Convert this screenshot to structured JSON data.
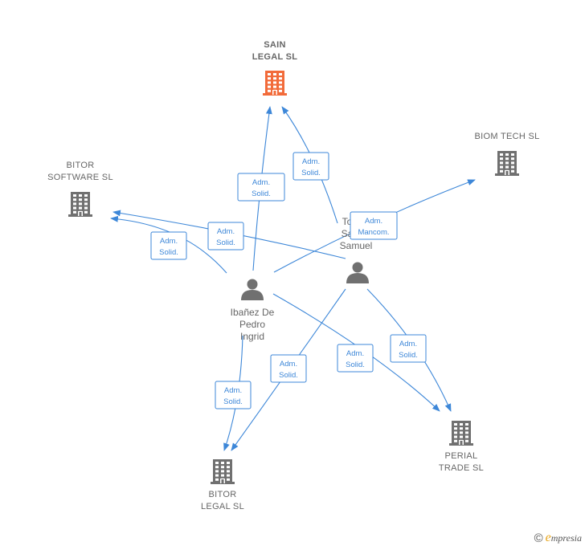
{
  "companies": [
    {
      "id": "sain",
      "name": [
        "SAIN",
        "LEGAL  SL"
      ],
      "color": "#f26b3a",
      "bold": true
    },
    {
      "id": "biom",
      "name": [
        "BIOM TECH  SL"
      ],
      "color": "#707070",
      "bold": false
    },
    {
      "id": "bitor_sw",
      "name": [
        "BITOR",
        "SOFTWARE  SL"
      ],
      "color": "#707070",
      "bold": false
    },
    {
      "id": "bitor_legal",
      "name": [
        "BITOR",
        "LEGAL  SL"
      ],
      "color": "#707070",
      "bold": false
    },
    {
      "id": "perial",
      "name": [
        "PERIAL",
        "TRADE  SL"
      ],
      "color": "#707070",
      "bold": false
    }
  ],
  "persons": [
    {
      "id": "ibanez",
      "name": [
        "Ibañez De",
        "Pedro",
        "Ingrid"
      ],
      "color": "#707070"
    },
    {
      "id": "toro",
      "name": [
        "To",
        "Sa",
        "Samuel"
      ],
      "color": "#707070"
    }
  ],
  "edges": [
    {
      "id": "ib-sain",
      "label": [
        "Adm.",
        "Solid."
      ]
    },
    {
      "id": "to-sain",
      "label": [
        "Adm.",
        "Solid."
      ]
    },
    {
      "id": "ib-bitorsw",
      "label": [
        "Adm.",
        "Solid."
      ]
    },
    {
      "id": "to-bitorsw",
      "label": [
        "Adm.",
        "Solid."
      ]
    },
    {
      "id": "ib-biom",
      "label": [
        "Adm.",
        "Mancom."
      ]
    },
    {
      "id": "ib-bitorlegal",
      "label": [
        "Adm.",
        "Solid."
      ]
    },
    {
      "id": "to-bitorlegal",
      "label": [
        "Adm.",
        "Solid."
      ]
    },
    {
      "id": "ib-perial",
      "label": [
        "Adm.",
        "Solid."
      ]
    },
    {
      "id": "to-perial",
      "label": [
        "Adm.",
        "Solid."
      ]
    }
  ],
  "edge_color": "#3d87d8",
  "credit": {
    "symbol": "©",
    "brand_initial": "e",
    "brand_rest": "mpresia"
  }
}
